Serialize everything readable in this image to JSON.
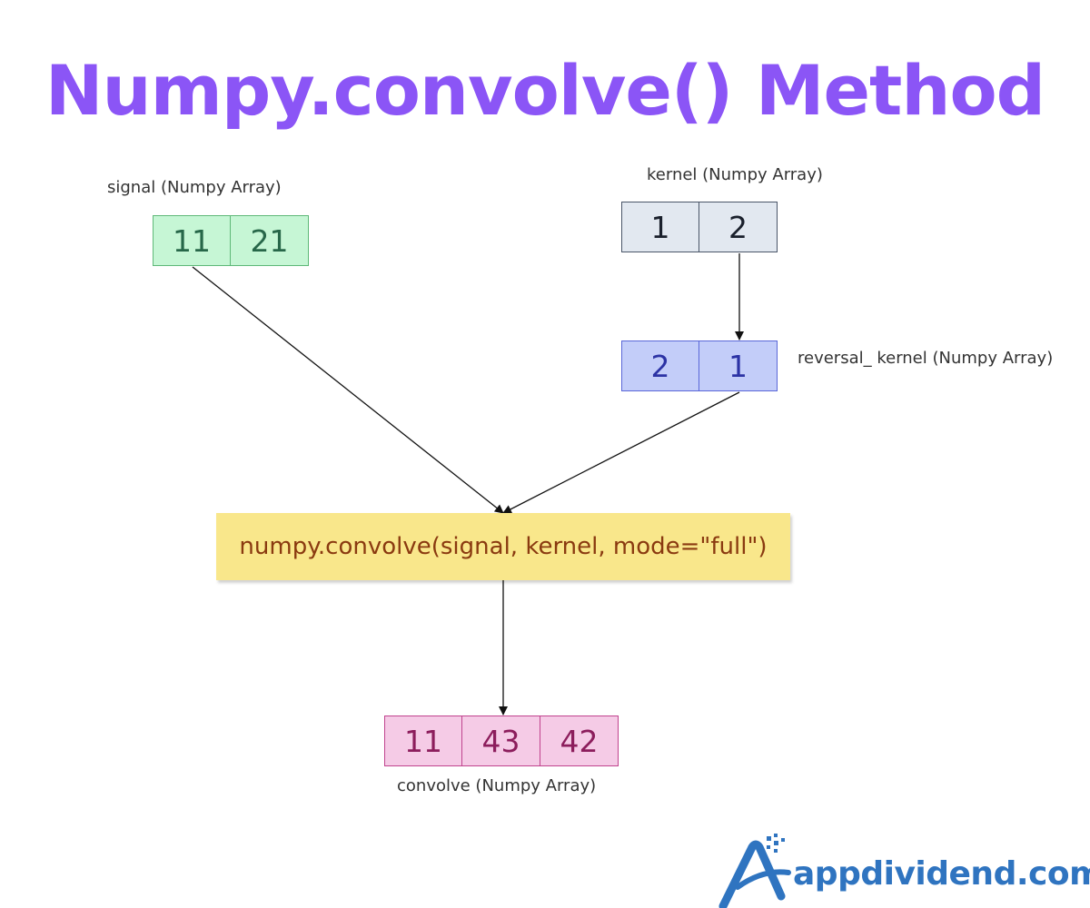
{
  "title": "Numpy.convolve() Method",
  "signal": {
    "label": "signal (Numpy Array)",
    "values": [
      "11",
      "21"
    ]
  },
  "kernel": {
    "label": "kernel (Numpy Array)",
    "values": [
      "1",
      "2"
    ]
  },
  "reversal_kernel": {
    "label": "reversal_ kernel (Numpy Array)",
    "values": [
      "2",
      "1"
    ]
  },
  "function_call": "numpy.convolve(signal, kernel, mode=\"full\")",
  "convolve": {
    "label": "convolve (Numpy Array)",
    "values": [
      "11",
      "43",
      "42"
    ]
  },
  "brand": {
    "name": "appdividend.com"
  },
  "colors": {
    "title": "#8b55f6",
    "signal": "#c6f6d5",
    "kernel": "#e2e8f0",
    "reversal_kernel": "#c3cdf9",
    "function_box": "#f9e78b",
    "convolve": "#f5cbe6",
    "brand": "#2f74c0"
  }
}
